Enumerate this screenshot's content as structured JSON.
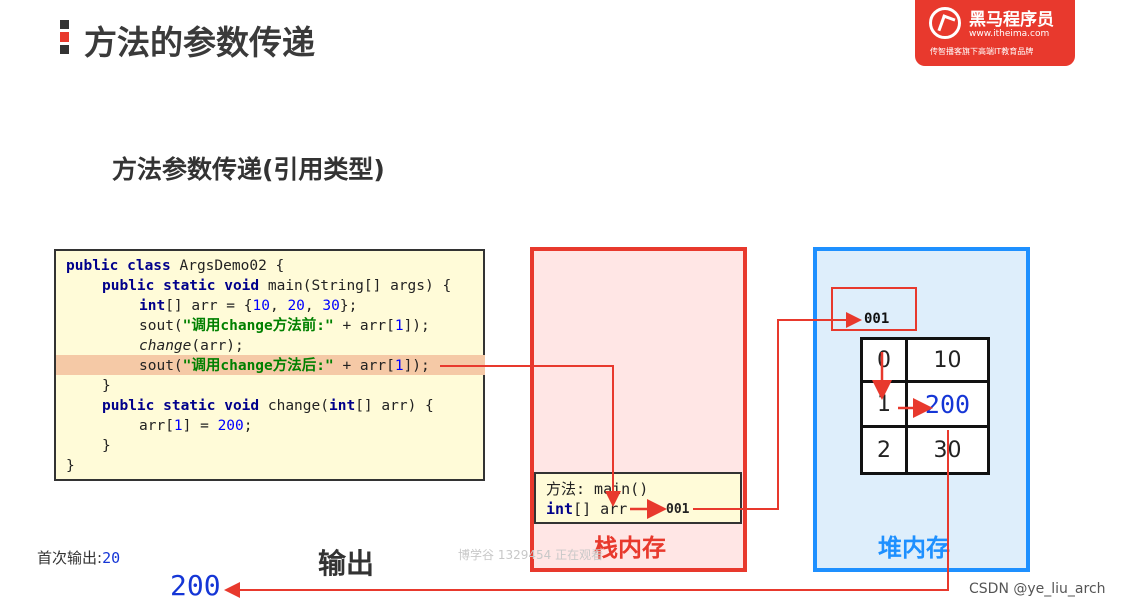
{
  "header": {
    "title": "方法的参数传递",
    "logo": {
      "name": "黑马程序员",
      "url": "www.itheima.com",
      "slogan": "传智播客旗下高端IT教育品牌"
    }
  },
  "subtitle": "方法参数传递(引用类型)",
  "code": {
    "line1_kw": "public class",
    "line1_rest": " ArgsDemo02 {",
    "line2_kw": "public static void",
    "line2_rest": " main(String[] args) {",
    "line3_kw": "int",
    "line3_a": "[] arr = {",
    "line3_n1": "10",
    "line3_n2": "20",
    "line3_n3": "30",
    "line4_a": "sout(",
    "line4_str": "\"调用change方法前:\"",
    "line4_b": " + arr[",
    "line4_n": "1",
    "line4_c": "]);",
    "line5_it": "change",
    "line5_rest": "(arr);",
    "line6_a": "sout(",
    "line6_str": "\"调用change方法后:\"",
    "line6_b": " + arr[",
    "line6_n": "1",
    "line6_c": "]);",
    "line7": "}",
    "line8_kw": "public static void",
    "line8_a": " change(",
    "line8_kw2": "int",
    "line8_b": "[] arr) {",
    "line9_a": "arr[",
    "line9_n1": "1",
    "line9_b": "] = ",
    "line9_n2": "200",
    "line9_c": ";",
    "line10": "}",
    "line11": "}"
  },
  "stack": {
    "label": "栈内存",
    "frame_method": "方法: main()",
    "frame_var_kw": "int",
    "frame_var_rest": "[] arr",
    "frame_addr": "001"
  },
  "heap": {
    "label": "堆内存",
    "address": "001",
    "array": [
      {
        "index": "0",
        "value": "10"
      },
      {
        "index": "1",
        "value": "200"
      },
      {
        "index": "2",
        "value": "30"
      }
    ]
  },
  "output": {
    "first_label": "首次输出:",
    "first_value": "20",
    "label": "输出",
    "value": "200"
  },
  "watermark": "博学谷 1329454 正在观看",
  "csdn": "CSDN @ye_liu_arch",
  "colors": {
    "accent_red": "#e8392d",
    "heap_blue": "#1e90ff",
    "value_blue": "#1536d6"
  }
}
